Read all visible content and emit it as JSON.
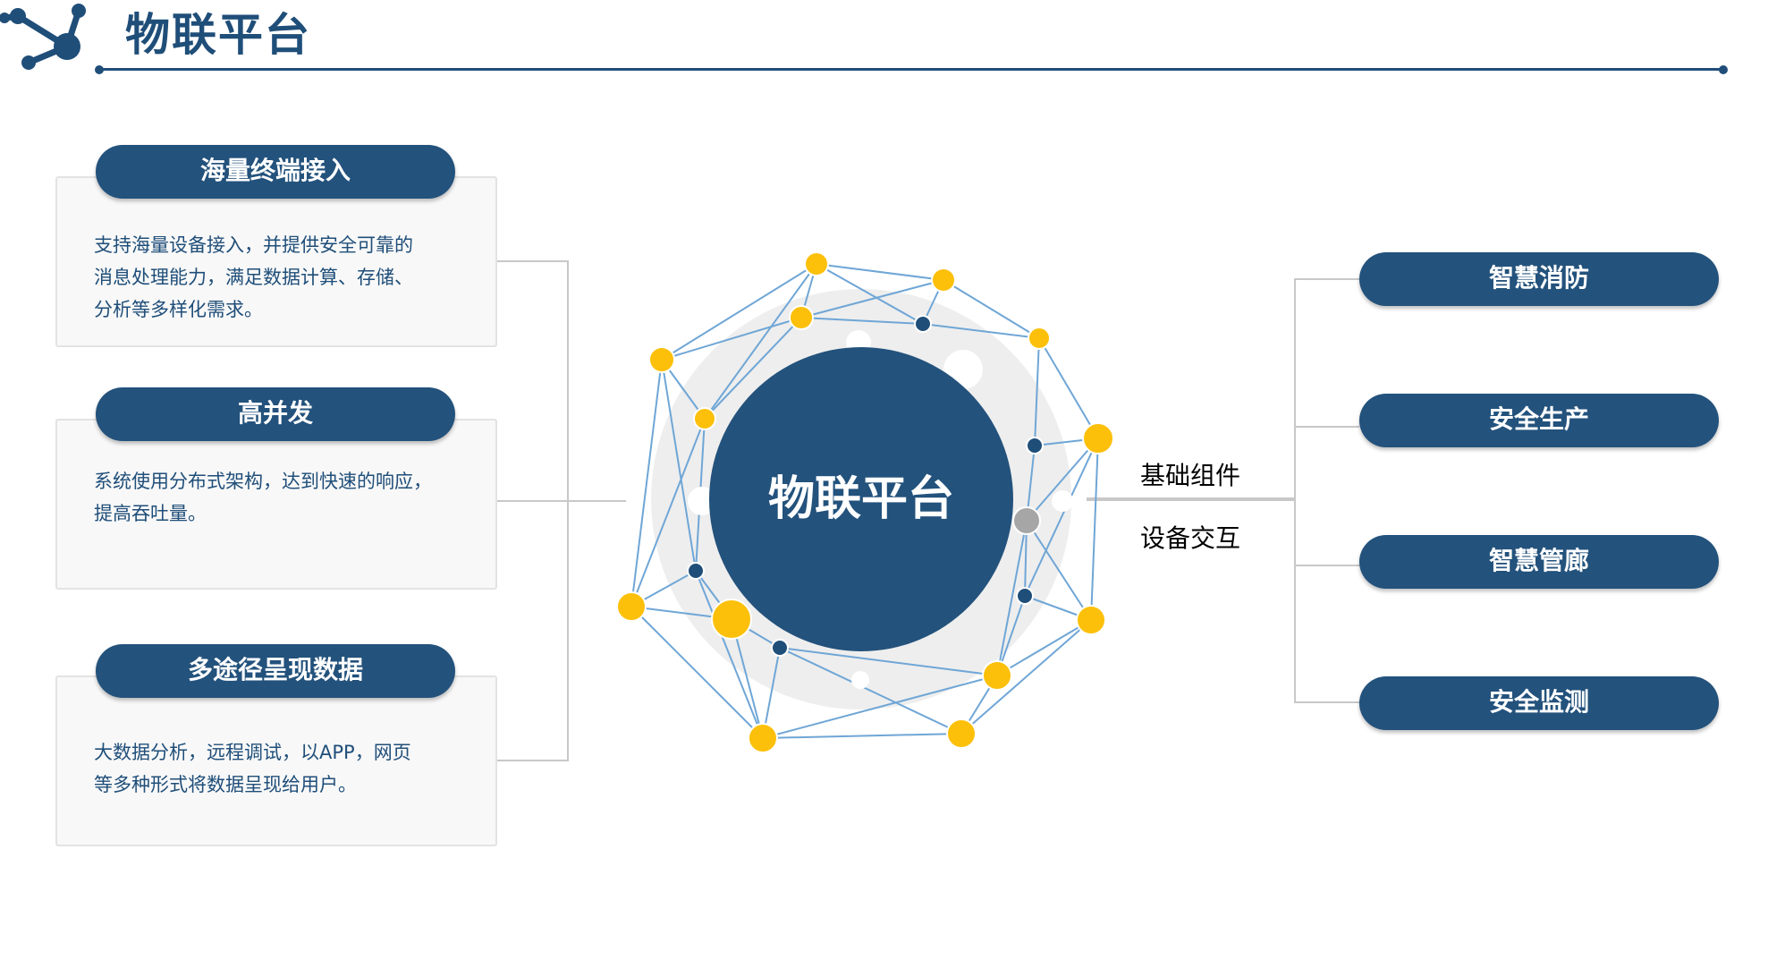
{
  "header": {
    "title": "物联平台"
  },
  "left_cards": [
    {
      "title": "海量终端接入",
      "body": [
        "支持海量设备接入，并提供安全可靠的",
        "消息处理能力，满足数据计算、存储、",
        "分析等多样化需求。"
      ]
    },
    {
      "title": "高并发",
      "body": [
        "系统使用分布式架构，达到快速的响应，",
        "提高吞吐量。"
      ]
    },
    {
      "title": "多途径呈现数据",
      "body": [
        "大数据分析，远程调试，以APP，网页",
        "等多种形式将数据呈现给用户。"
      ]
    }
  ],
  "center": {
    "label": "物联平台"
  },
  "connector": {
    "top_label": "基础组件",
    "bottom_label": "设备交互"
  },
  "right_items": [
    "智慧消防",
    "安全生产",
    "智慧管廊",
    "安全监测"
  ],
  "colors": {
    "primary": "#1f4e79",
    "pill": "#23527c",
    "node_yellow": "#fcc00a",
    "line_blue": "#6fa6d6",
    "card_bg": "#f8f8f8"
  },
  "icons": {
    "logo": "network-molecule-icon"
  }
}
